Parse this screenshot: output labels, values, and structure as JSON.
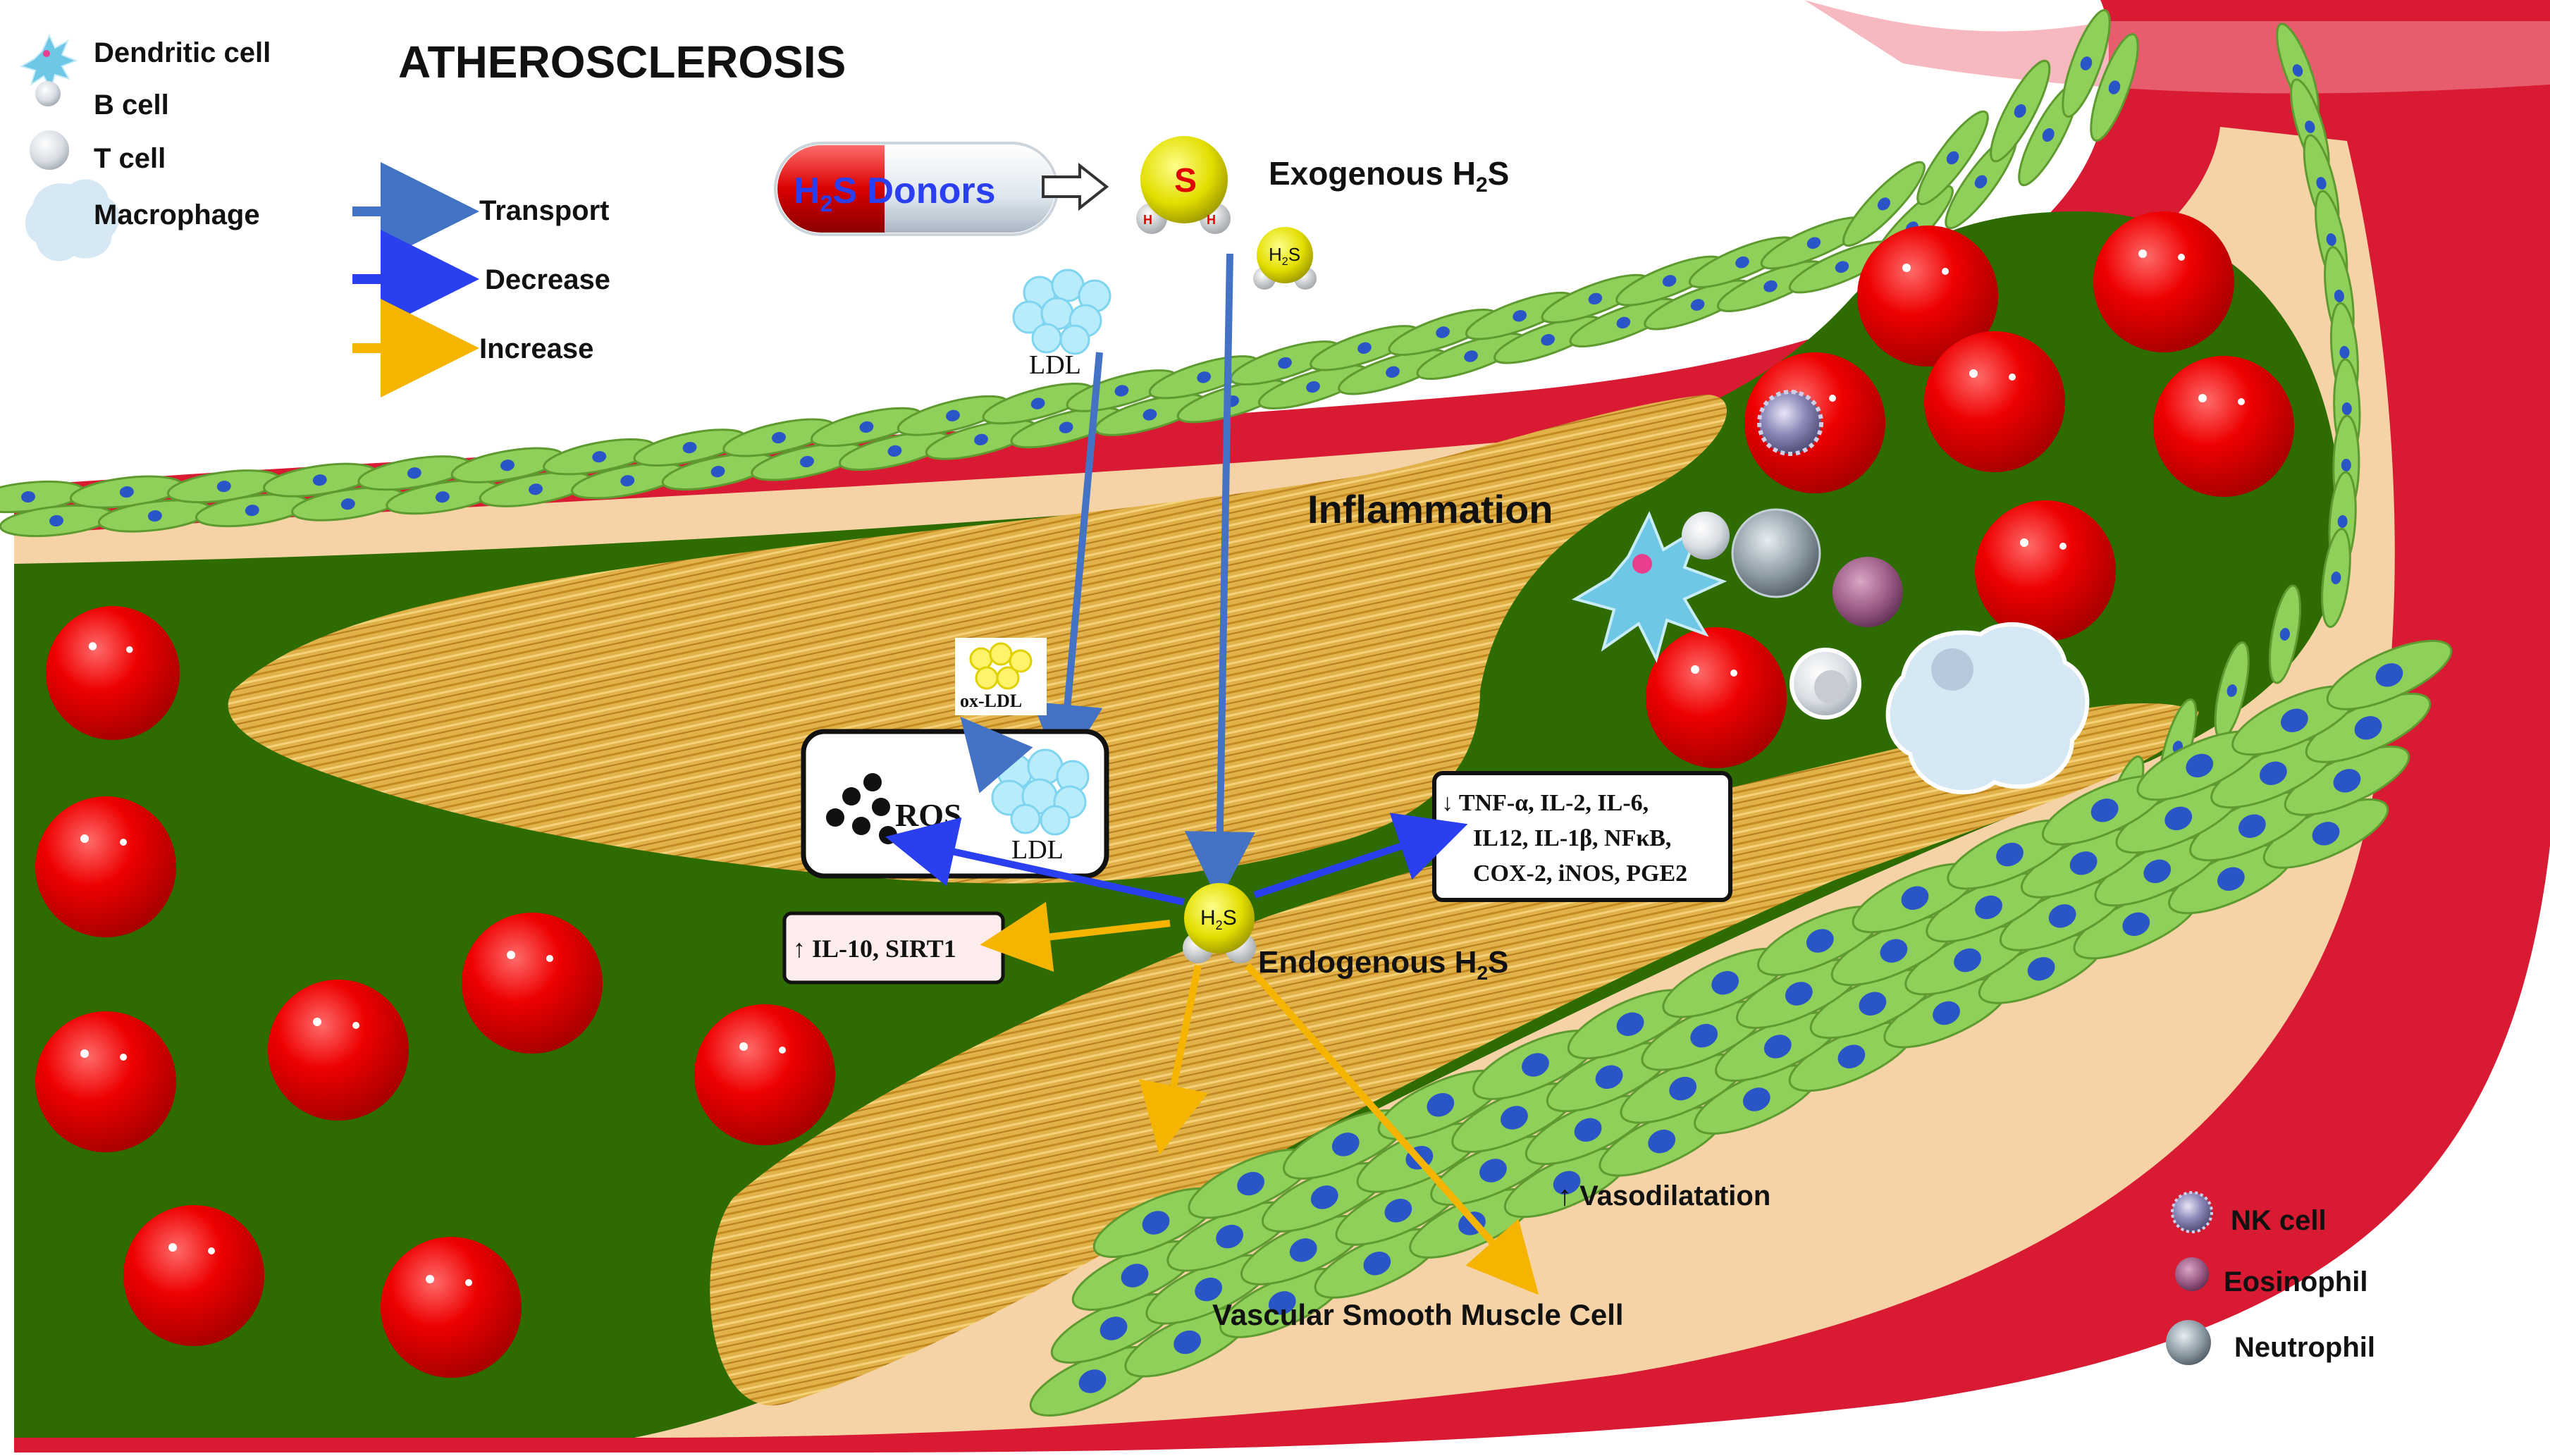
{
  "title": "ATHEROSCLEROSIS",
  "legend_cells": [
    {
      "label": "Dendritic cell",
      "icon": "dendritic-cell-icon"
    },
    {
      "label": "B cell",
      "icon": "b-cell-icon"
    },
    {
      "label": "T cell",
      "icon": "t-cell-icon"
    },
    {
      "label": "Macrophage",
      "icon": "macrophage-icon"
    }
  ],
  "legend_arrows": [
    {
      "label": "Transport",
      "color": "#4472c4"
    },
    {
      "label": "Decrease",
      "color": "#2a3ff0"
    },
    {
      "label": "Increase",
      "color": "#f5b400"
    }
  ],
  "legend_cells_right": [
    {
      "label": "NK cell",
      "icon": "nk-cell-icon"
    },
    {
      "label": "Eosinophil",
      "icon": "eosinophil-icon"
    },
    {
      "label": "Neutrophil",
      "icon": "neutrophil-icon"
    }
  ],
  "donors_pill": {
    "h": "H",
    "sub": "2",
    "rest": "S Donors"
  },
  "molecule_s": "S",
  "molecule_h": "H",
  "exogenous": {
    "text": "Exogenous H",
    "sub": "2",
    "tail": "S"
  },
  "small_h2s": {
    "text": "H",
    "sub": "2",
    "tail": "S"
  },
  "ldl": "LDL",
  "ox_ldl": "ox-LDL",
  "ros": "ROS",
  "inflammation": "Inflammation",
  "decrease_box": {
    "line1": "↓ TNF-α, IL-2, IL-6,",
    "line2": "IL12, IL-1β, NFκB,",
    "line3": "COX-2, iNOS, PGE2"
  },
  "increase_box": "↑ IL-10, SIRT1",
  "endogenous": {
    "text": "Endogenous H",
    "sub": "2",
    "tail": "S"
  },
  "vasodilatation": "↑ Vasodilatation",
  "vsmc": "Vascular Smooth Muscle Cell",
  "colors": {
    "lumen": "#2e6b00",
    "vessel_red": "#e0203a",
    "plaque": "#e2b24a",
    "smc": "#8ed05a",
    "nucleus": "#2a55c6",
    "rbc": "#ee0000"
  }
}
